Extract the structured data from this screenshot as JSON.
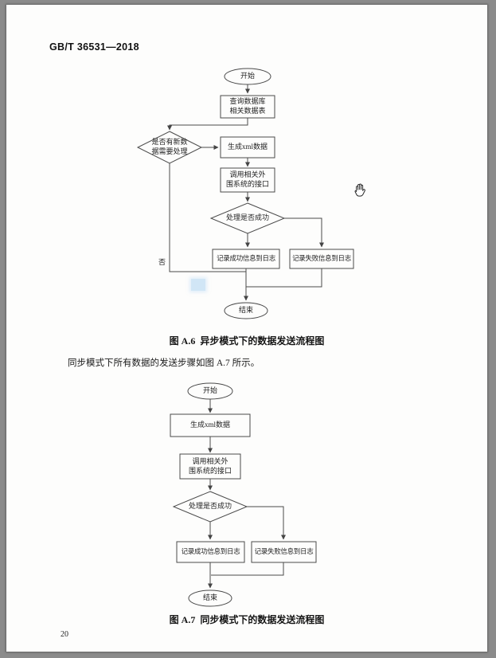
{
  "page": {
    "header": "GB/T 36531—2018",
    "paragraph": "同步模式下所有数据的发送步骤如图 A.7 所示。",
    "page_number": "20"
  },
  "figure_a6": {
    "caption": "图 A.6  异步模式下的数据发送流程图",
    "nodes": {
      "start": "开始",
      "query": "查询数据库\n相关数据表",
      "decision_new_data": "是否有新数\n据需要处理",
      "generate_xml": "生成xml数据",
      "call_interface": "调用相关外\n围系统的接口",
      "decision_success": "处理是否成功",
      "log_success": "记录成功信息到日志",
      "log_fail": "记录失败信息到日志",
      "branch_no": "否",
      "end": "结束"
    }
  },
  "figure_a7": {
    "caption": "图 A.7  同步模式下的数据发送流程图",
    "nodes": {
      "start": "开始",
      "generate_xml": "生成xml数据",
      "call_interface": "调用相关外\n围系统的接口",
      "decision_success": "处理是否成功",
      "log_success": "记录成功信息到日志",
      "log_fail": "记录失败信息到日志",
      "end": "结束"
    }
  },
  "cursor": {
    "icon": "open-hand-cursor"
  },
  "colors": {
    "line": "#4a4a4a",
    "paper": "#fdfdfc"
  }
}
